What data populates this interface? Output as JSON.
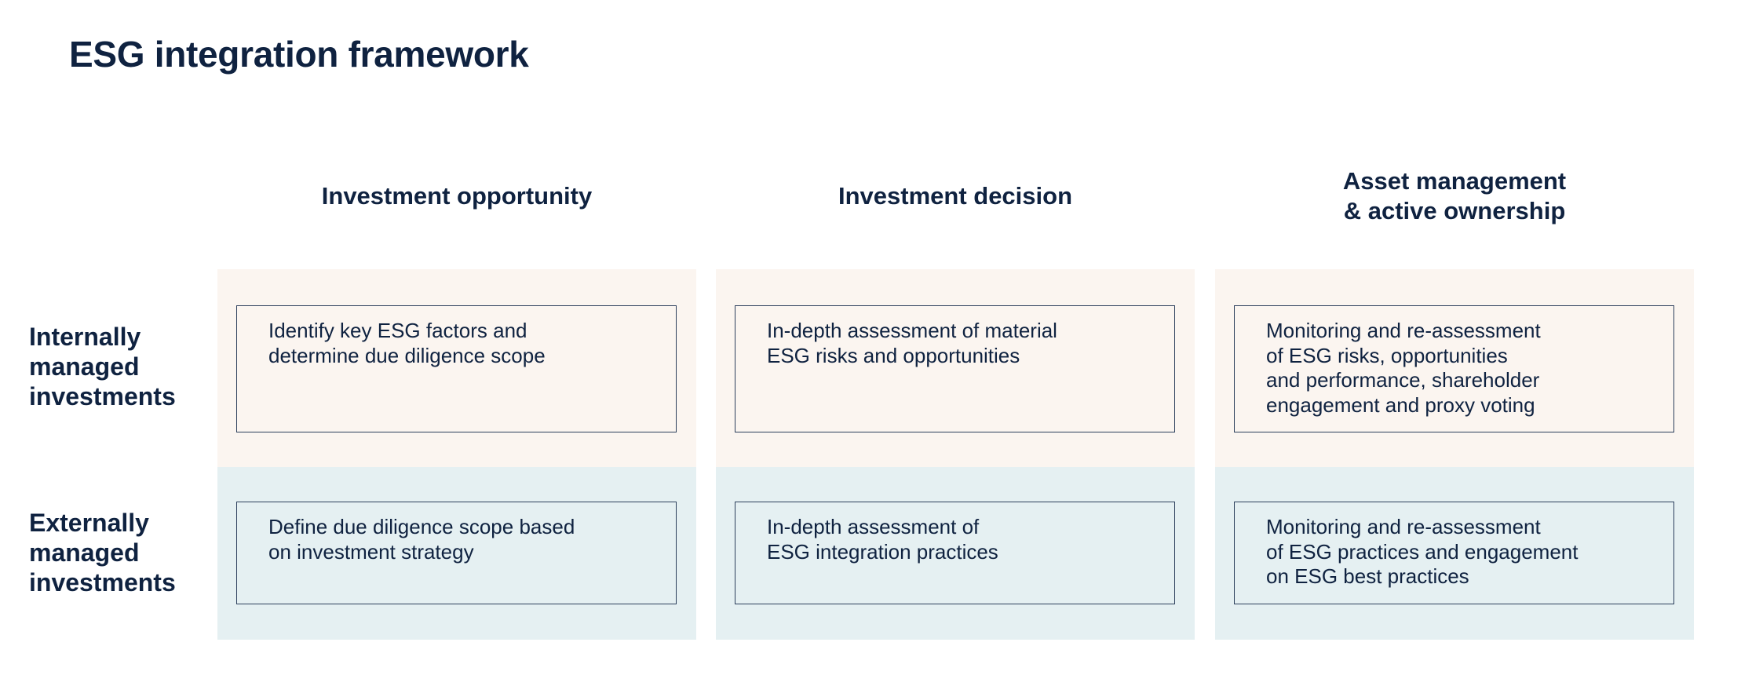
{
  "title": "ESG integration framework",
  "columns": [
    {
      "label": "Investment opportunity"
    },
    {
      "label": "Investment decision"
    },
    {
      "label": "Asset management\n& active ownership"
    }
  ],
  "rows": [
    {
      "label": "Internally\nmanaged\ninvestments",
      "cells": [
        "Identify key ESG factors and\ndetermine due diligence scope",
        "In-depth assessment of material\nESG risks and opportunities",
        "Monitoring and re-assessment\nof ESG risks, opportunities\nand performance, shareholder\nengagement and proxy voting"
      ]
    },
    {
      "label": "Externally\nmanaged\ninvestments",
      "cells": [
        "Define due diligence scope based\non investment strategy",
        "In-depth assessment of\nESG integration practices",
        "Monitoring and re-assessment\nof ESG practices and engagement\non ESG best practices"
      ]
    }
  ],
  "colors": {
    "internal_band": "#fbf5f0",
    "external_band": "#e5f0f2",
    "text": "#0f2240",
    "box_border": "#2c3f5c"
  }
}
